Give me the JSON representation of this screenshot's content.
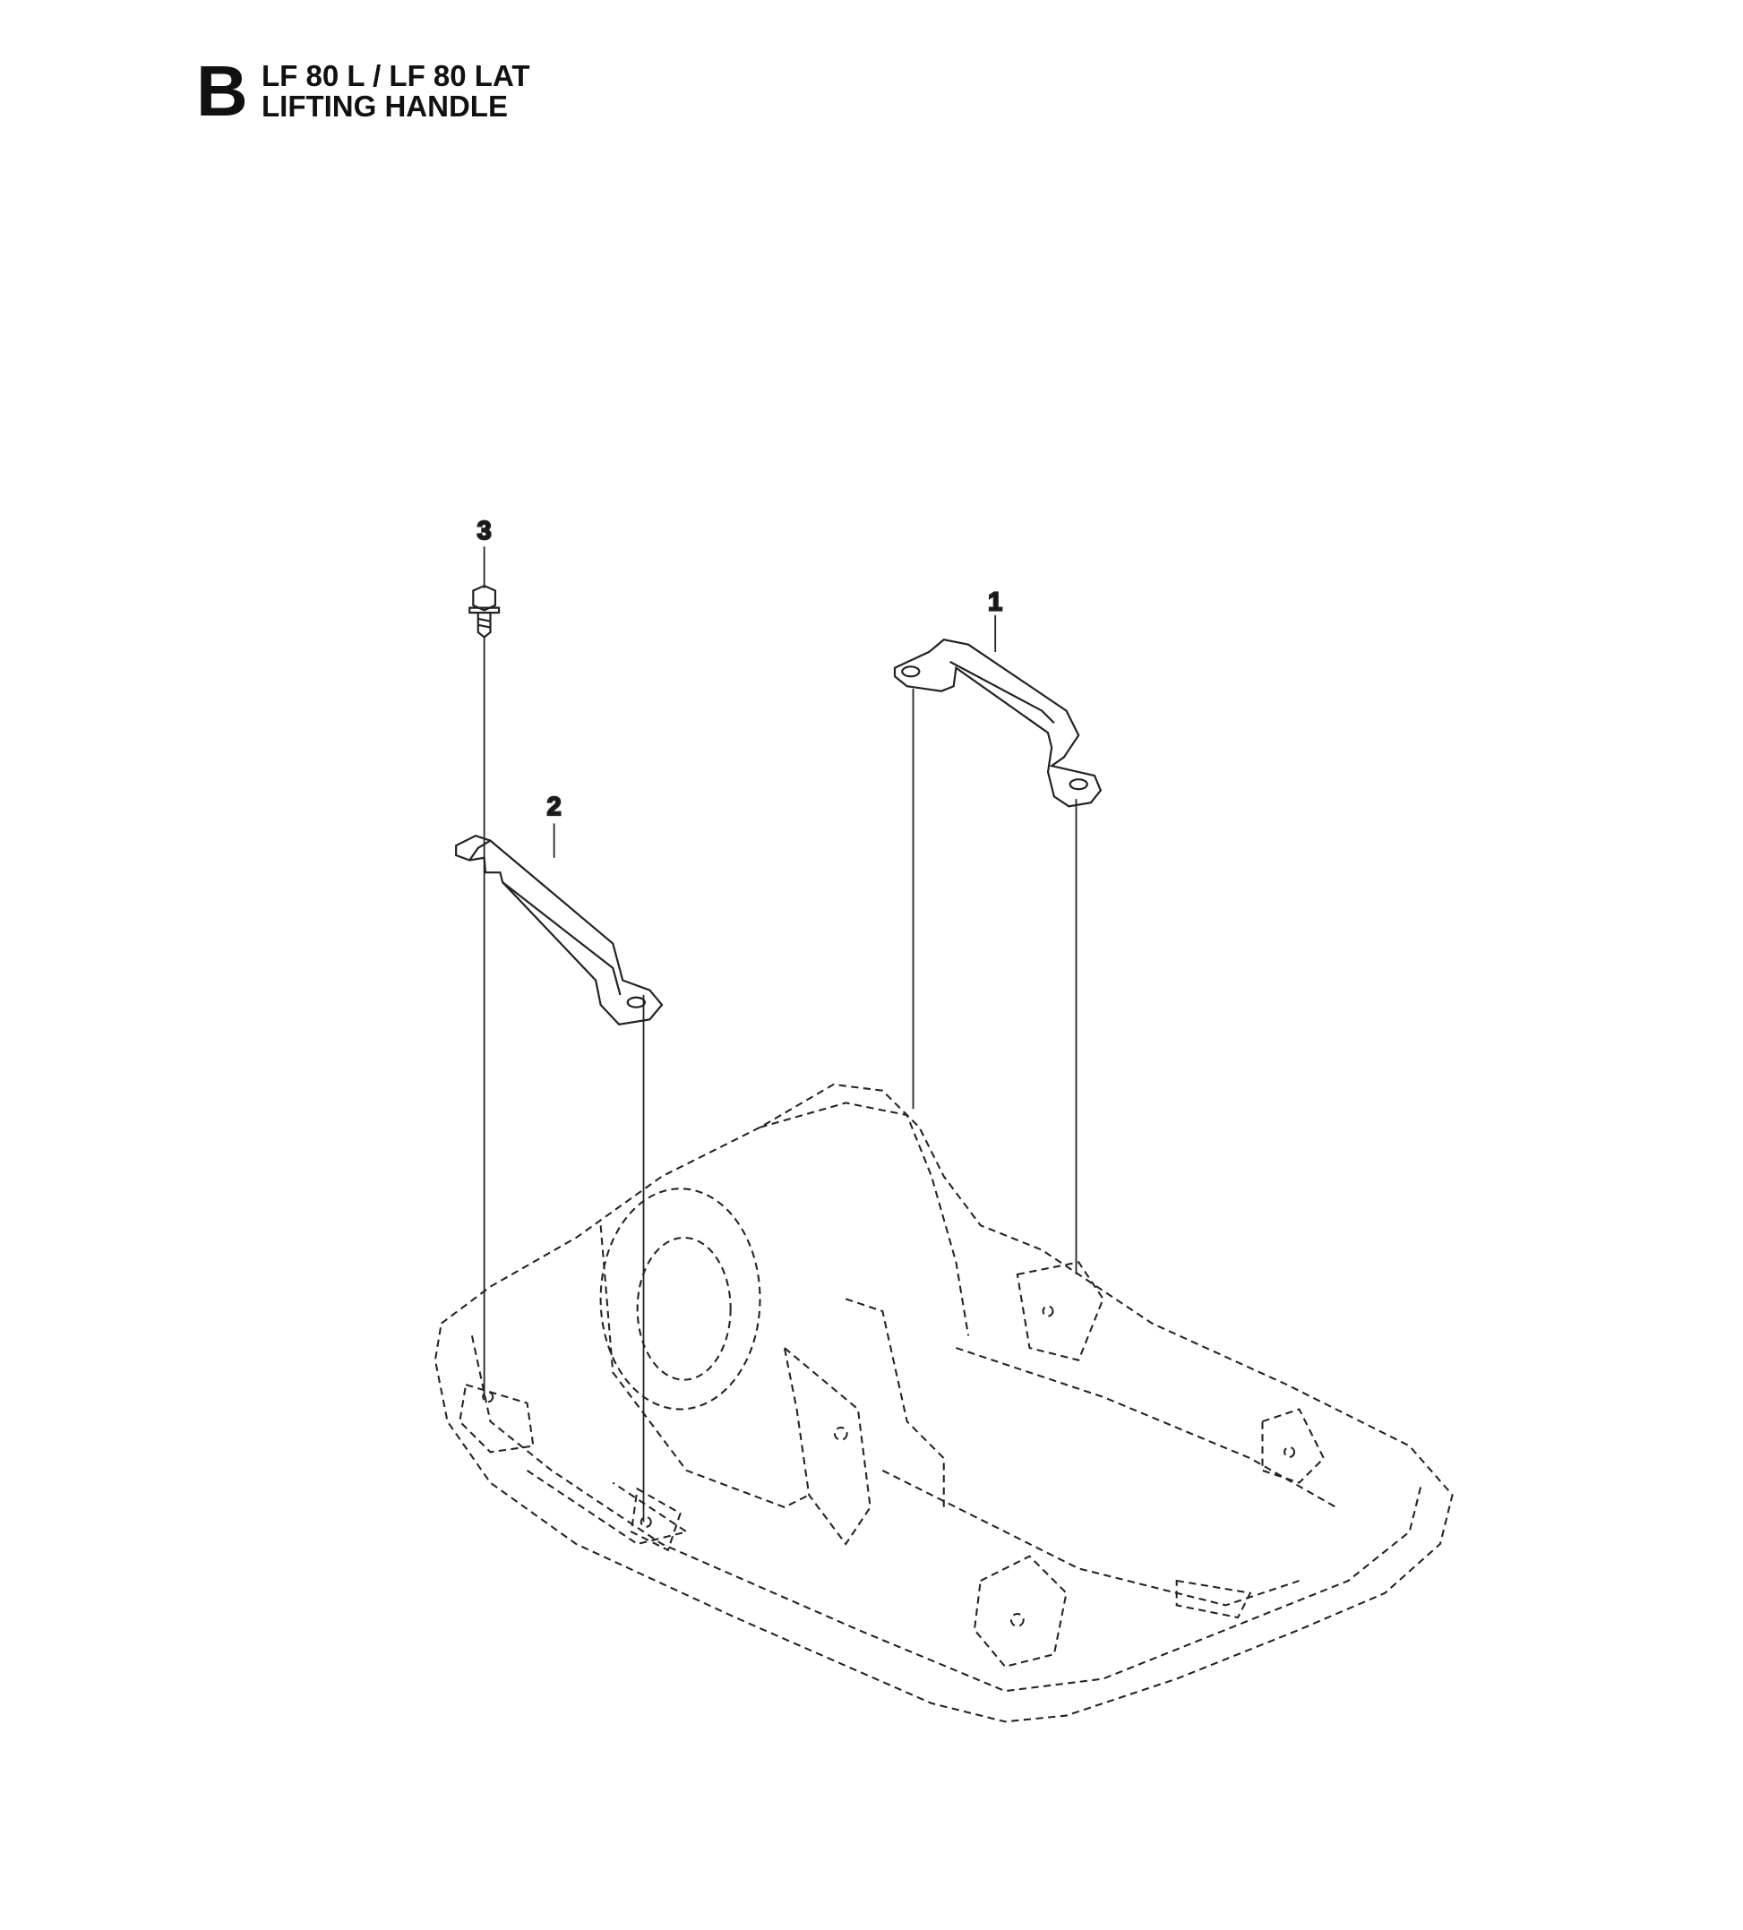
{
  "header": {
    "section_letter": "B",
    "model": "LF 80 L / LF 80 LAT",
    "title": "LIFTING HANDLE"
  },
  "callouts": [
    "1",
    "2",
    "3"
  ]
}
